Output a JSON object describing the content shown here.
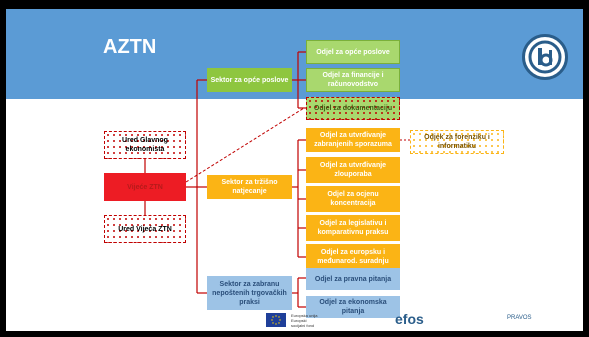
{
  "title": "AZTN",
  "colors": {
    "banner": "#5b9bd5",
    "green": "#8ec63f",
    "orange": "#fbb415",
    "blue": "#9dc3e6",
    "red": "#ed1c24"
  },
  "nodes": {
    "ured_glavnog": "Ured Glavnog ekonomista",
    "vijece_ztn": "Vijeće ZTN",
    "ured_vijeca": "Ured Vijeća ZTN",
    "sektor_opce": "Sektor za opće poslove",
    "sektor_trzisno": "Sektor za tržišno natjecanje",
    "sektor_zabrana": "Sektor za zabranu nepoštenih trgovačkih praksi",
    "odjel_opce": "Odjel za opće poslove",
    "odjel_financije": "Odjel za financije i računovodstvo",
    "odjel_dokumentaciju": "Odjel za dokumentaciju",
    "odjel_sporazuma": "Odjel za utvrđivanje zabranjenih sporazuma",
    "odjel_forenziku": "Odjek za forenziku i informatiku",
    "odjel_zlouporaba": "Odjel za utvrđivanje zlouporaba",
    "odjel_koncentracija": "Odjel za ocjenu koncentracija",
    "odjel_legislativu": "Odjel za legislativu i komparativnu praksu",
    "odjel_europsku": "Odjel za europsku i međunarod. suradnju",
    "odjel_pravna": "Odjel za pravna pitanja",
    "odjel_ekonomska": "Odjel za ekonomska pitanja"
  },
  "footer": {
    "eu_text": "Europska unija Europski socijalni fond",
    "efos": "efos",
    "efos_sub": "",
    "pravos": "PRAVOS"
  },
  "logo_icon": "bi-logo-icon"
}
